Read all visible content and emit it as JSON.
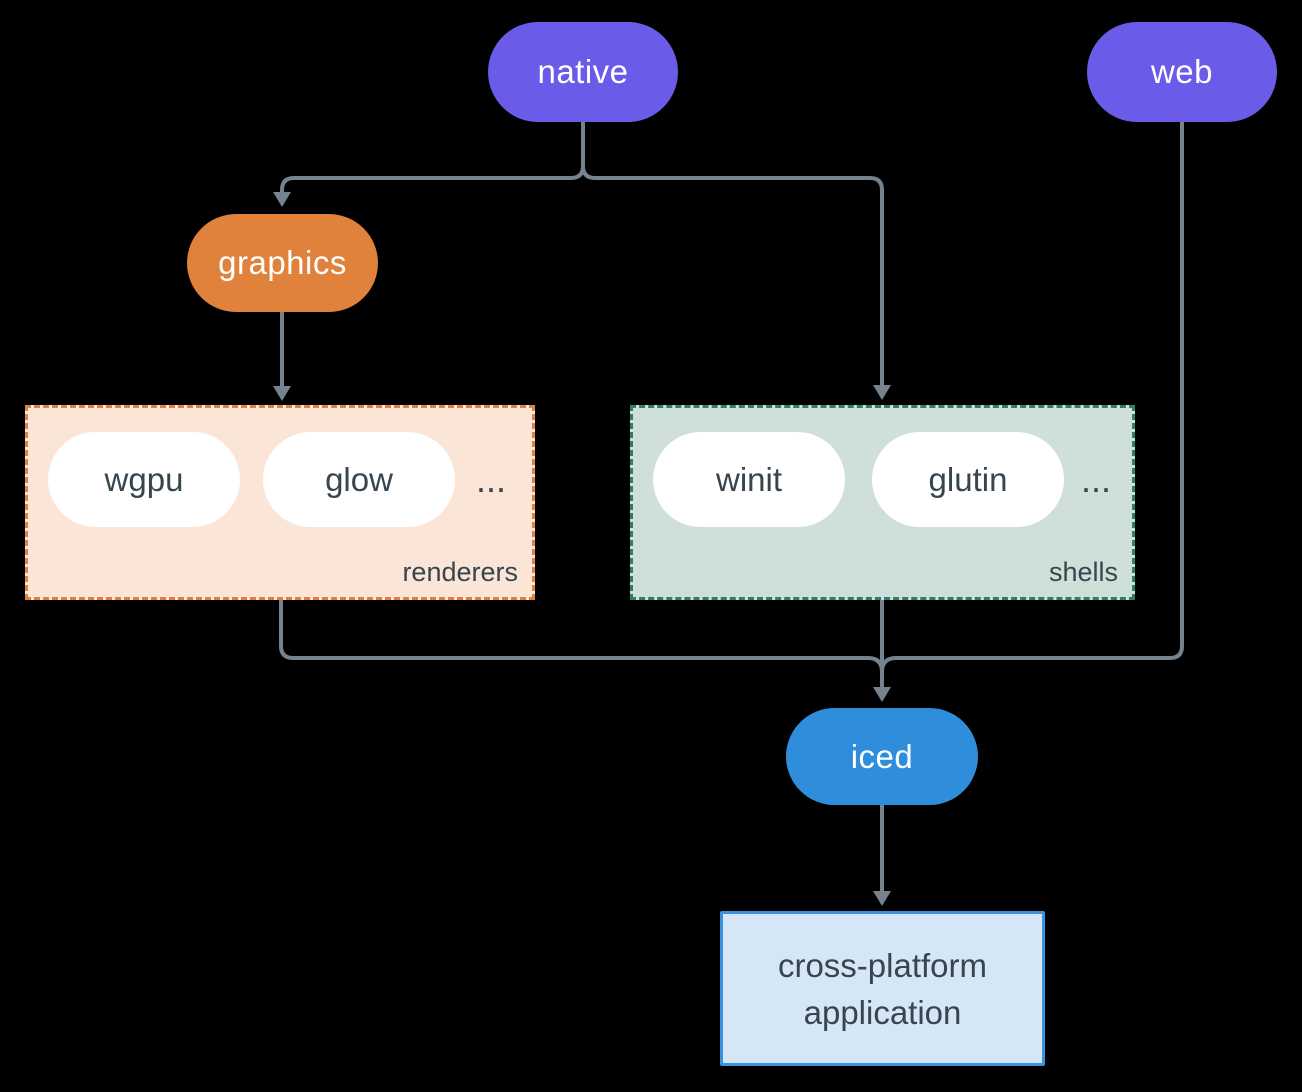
{
  "colors": {
    "background": "#000000",
    "arrow": "#76838F",
    "node_purple": "#6A5BE9",
    "node_orange": "#E0813C",
    "node_blue": "#2E8EDC",
    "node_text": "#FFFFFF",
    "dark_text": "#36454E",
    "renderers_fill": "#FAE5D6",
    "renderers_border": "#E0823E",
    "shells_fill": "#CFE0D9",
    "shells_border": "#2F7D6B",
    "app_fill": "#D5E7F7",
    "app_border": "#3B92DD"
  },
  "nodes": {
    "native": {
      "label": "native"
    },
    "web": {
      "label": "web"
    },
    "graphics": {
      "label": "graphics"
    },
    "iced": {
      "label": "iced"
    },
    "application": {
      "lines": [
        "cross-platform",
        "application"
      ]
    }
  },
  "groups": {
    "renderers": {
      "label": "renderers",
      "items": [
        "wgpu",
        "glow"
      ],
      "ellipsis": "..."
    },
    "shells": {
      "label": "shells",
      "items": [
        "winit",
        "glutin"
      ],
      "ellipsis": "..."
    }
  }
}
